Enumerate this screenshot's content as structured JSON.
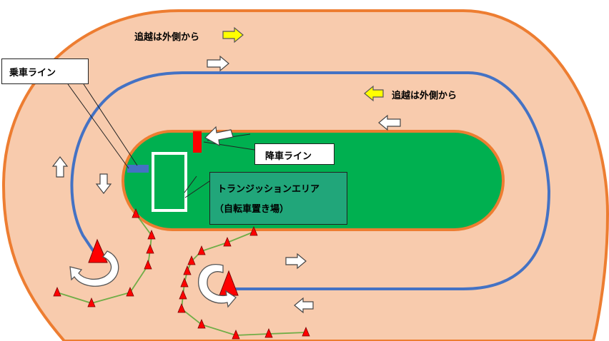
{
  "labels": {
    "pass_outside_top": "追越は外側から",
    "pass_outside_right": "追越は外側から",
    "mount_line": "乗車ライン",
    "dismount_line": "降車ライン",
    "transition_area_line1": "トランジッションエリア",
    "transition_area_line2": "（自転車置き場）"
  },
  "colors": {
    "outer_field": "#f8cbad",
    "outer_border": "#ed7d31",
    "track_line": "#4472c4",
    "infield": "#00b050",
    "infield_border": "#ed7d31",
    "transition_box_fill": "#21a67a",
    "dismount_marker": "#ff0000",
    "mount_marker": "#4472c4",
    "cone": "#ff0000",
    "cone_rope": "#70ad47",
    "yellow_arrow": "#ffff00"
  },
  "icons": [
    "arrow-right-icon",
    "arrow-left-icon",
    "arrow-up-icon",
    "arrow-down-icon",
    "u-turn-arrow-icon",
    "cone-icon"
  ]
}
